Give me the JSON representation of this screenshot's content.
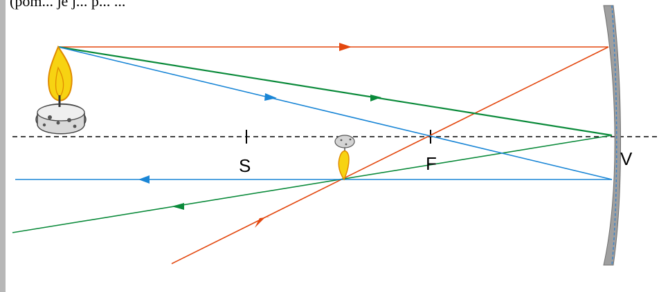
{
  "top_text": "(pom... je j... p... ...",
  "labels": {
    "s": "S",
    "f": "F",
    "v": "V"
  },
  "colors": {
    "orange": "#e3470e",
    "green": "#0a8a3a",
    "blue": "#1a86d6",
    "axis": "#000000",
    "mirror": "#9f9f9f",
    "flame": "#f7d312",
    "left_bar": "#b7b7b7"
  },
  "icons": {
    "candle": "candle-icon",
    "small_candle": "small-candle-icon",
    "mirror": "concave-mirror-icon"
  }
}
